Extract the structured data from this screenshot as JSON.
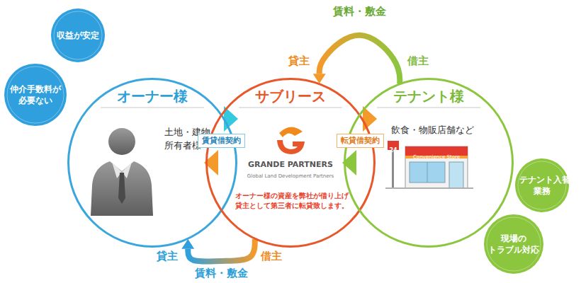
{
  "diagram": {
    "nodes": [
      {
        "text": [
          "収益が安定"
        ]
      },
      {
        "text": [
          "仲介手数料が 必要ない"
        ]
      },
      {
        "text": [
          "オーナー様",
          "土地・建物 所有者様"
        ]
      },
      {
        "text": [
          "賃貸借契約"
        ]
      },
      {
        "text": [
          "サブリース",
          "オーナー様の資産を弊社が借り上げ 貸主として第三者に転貸致します。"
        ]
      },
      {
        "text": [
          "転貸借契約"
        ]
      },
      {
        "text": [
          "テナント様",
          "飲食・物販店舗など"
        ]
      },
      {
        "text": [
          "テナント入替 業務"
        ]
      },
      {
        "text": [
          "現場の トラブル対応"
        ]
      }
    ],
    "edges": [
      {
        "from": 6,
        "to": 4,
        "arrow": "to",
        "label": "賃料・敷金"
      },
      {
        "from": 4,
        "to": 2,
        "arrow": "to",
        "label": "賃料・敷金"
      }
    ],
    "labels": [
      "貸主",
      "借主",
      "GRANDE PARTNERS",
      "Global Land Development Partners",
      "24",
      "Convenience Store",
      "貸主",
      "借主"
    ]
  }
}
